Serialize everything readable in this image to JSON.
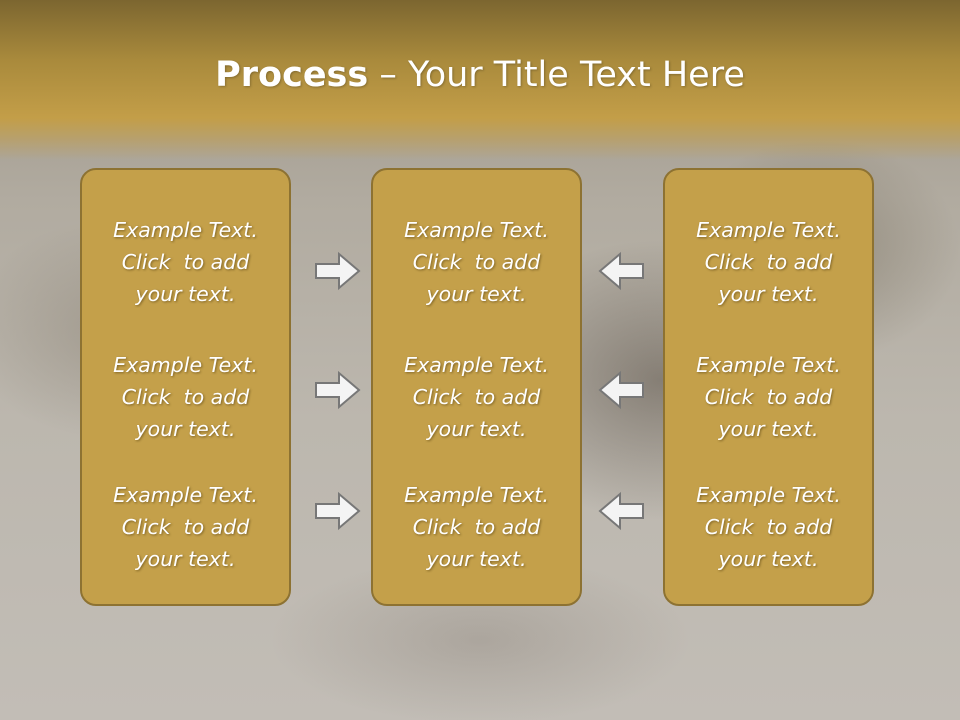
{
  "slide": {
    "title_strong": "Process",
    "title_rest": " – Your Title Text Here"
  },
  "columns": [
    {
      "items": [
        {
          "line1": "Example Text.",
          "line2": "Click  to add",
          "line3": "your text."
        },
        {
          "line1": "Example Text.",
          "line2": "Click  to add",
          "line3": "your text."
        },
        {
          "line1": "Example Text.",
          "line2": "Click  to add",
          "line3": "your text."
        }
      ]
    },
    {
      "items": [
        {
          "line1": "Example Text.",
          "line2": "Click  to add",
          "line3": "your text."
        },
        {
          "line1": "Example Text.",
          "line2": "Click  to add",
          "line3": "your text."
        },
        {
          "line1": "Example Text.",
          "line2": "Click  to add",
          "line3": "your text."
        }
      ]
    },
    {
      "items": [
        {
          "line1": "Example Text.",
          "line2": "Click  to add",
          "line3": "your text."
        },
        {
          "line1": "Example Text.",
          "line2": "Click  to add",
          "line3": "your text."
        },
        {
          "line1": "Example Text.",
          "line2": "Click  to add",
          "line3": "your text."
        }
      ]
    }
  ],
  "arrows": {
    "left_group": "arrow-right-icon",
    "right_group": "arrow-left-icon"
  },
  "colors": {
    "title_band": "#c39e48",
    "panel_fill": "#c4a04a",
    "panel_border": "#8d7232",
    "arrow_fill": "#f4f4f4",
    "arrow_stroke": "#777777"
  }
}
